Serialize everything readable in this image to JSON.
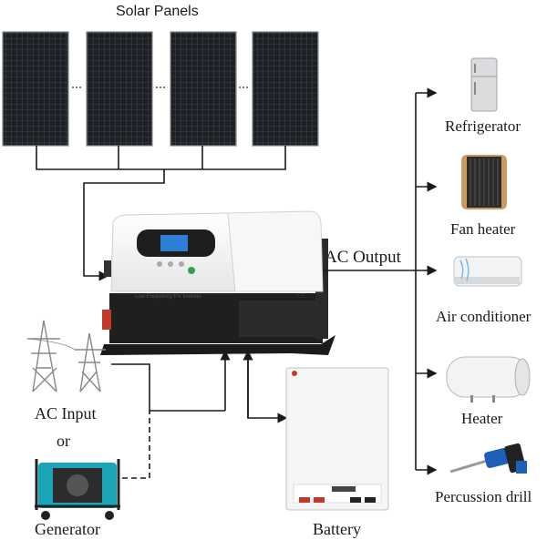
{
  "title": "Solar Panels",
  "ac_output_label": "AC Output",
  "inverter_text": "Low Frequency PV Inverter",
  "ac_input": "AC Input",
  "or_text": "or",
  "generator": "Generator",
  "battery": "Battery",
  "outputs": [
    {
      "name": "Refrigerator",
      "icon": "refrigerator-icon"
    },
    {
      "name": "Fan heater",
      "icon": "fan-heater-icon"
    },
    {
      "name": "Air conditioner",
      "icon": "air-conditioner-icon"
    },
    {
      "name": "Heater",
      "icon": "water-heater-icon"
    },
    {
      "name": "Percussion drill",
      "icon": "percussion-drill-icon"
    }
  ],
  "colors": {
    "line": "#1a1a1a",
    "inverter_body": "#f4f4f4",
    "inverter_base": "#222222",
    "accent_red": "#c0392b",
    "generator_teal": "#1aa6b7"
  }
}
